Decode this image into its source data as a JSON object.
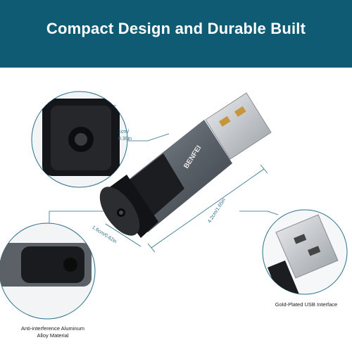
{
  "banner": {
    "title": "Compact Design and Durable Built",
    "background": "#0f5b73"
  },
  "product": {
    "brand": "BENFEI"
  },
  "dimensions": {
    "height": "1cm/\n0.39in",
    "width": "1.6cm/0.62in",
    "length": "4.2cm/1.65in"
  },
  "captions": {
    "alloy": "Anti-interference Aluminum\nAlloy Material",
    "usb": "Gold-Plated USB Interface"
  },
  "colors": {
    "accent_line": "#2a6f8a",
    "shell": "#5a6068",
    "usb_metal": "#c8cbcf"
  }
}
